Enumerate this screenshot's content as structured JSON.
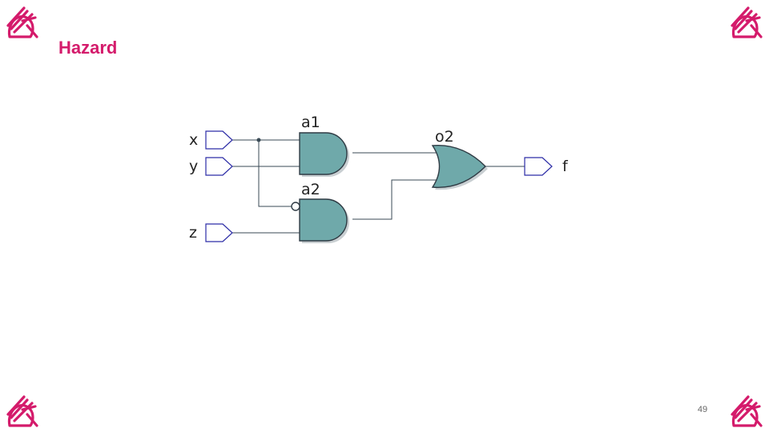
{
  "slide": {
    "title": "Hazard",
    "page_number": "49"
  },
  "colors": {
    "accent": "#d41b6b",
    "gate_fill": "#6fa9aa",
    "gate_stroke": "#2f3b44",
    "wire": "#3a4a55",
    "port_stroke": "#2c2ca6"
  },
  "logos": {
    "icon": "university-crest-logo"
  },
  "diagram": {
    "inputs": [
      "x",
      "y",
      "z"
    ],
    "output": "f",
    "gates": [
      {
        "id": "a1",
        "type": "AND",
        "label": "a1"
      },
      {
        "id": "a2",
        "type": "AND",
        "label": "a2",
        "inverted_input": "x"
      },
      {
        "id": "o2",
        "type": "OR",
        "label": "o2"
      }
    ]
  }
}
